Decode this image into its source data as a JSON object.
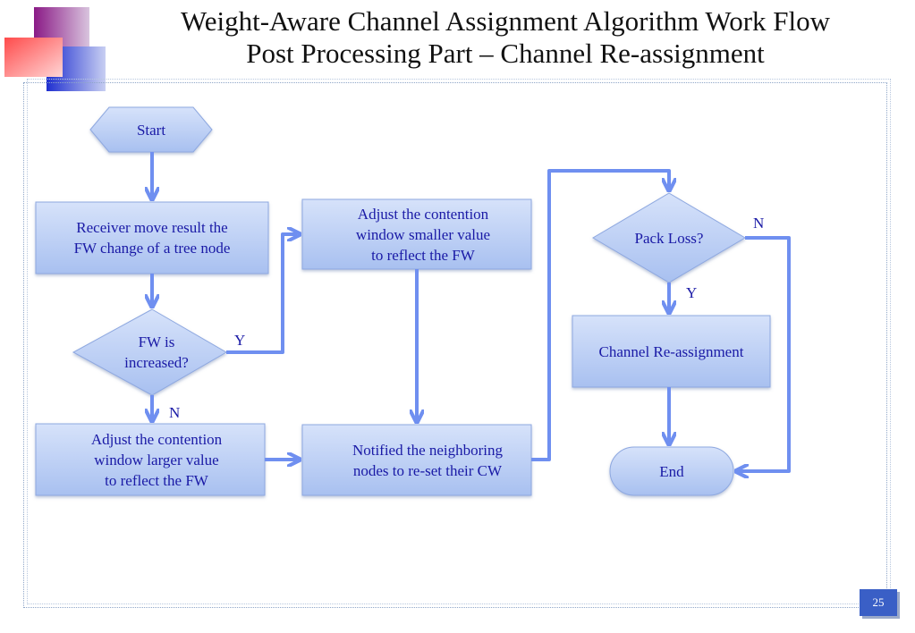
{
  "title": {
    "line1": "Weight-Aware Channel Assignment Algorithm Work Flow",
    "line2": "Post Processing Part – Channel Re-assignment"
  },
  "nodes": {
    "start": "Start",
    "receiver": "Receiver move result  the\nFW change of a tree node",
    "fw_increased": "FW is\nincreased?",
    "adjust_smaller": "Adjust the contention\nwindow smaller value\nto reflect the FW",
    "adjust_larger": "Adjust the contention\nwindow larger value\nto reflect the FW",
    "notified": "Notified the neighboring\nnodes to re-set their CW",
    "pack_loss": "Pack Loss?",
    "channel_reassign": "Channel  Re-assignment",
    "end": "End"
  },
  "edge_labels": {
    "fw_yes": "Y",
    "fw_no": "N",
    "loss_yes": "Y",
    "loss_no": "N"
  },
  "page_number": "25",
  "colors": {
    "node_fill": "#b9cdf4",
    "node_stroke": "#8ea8e0",
    "arrow": "#6f8ff0",
    "text": "#1a1aa6"
  }
}
